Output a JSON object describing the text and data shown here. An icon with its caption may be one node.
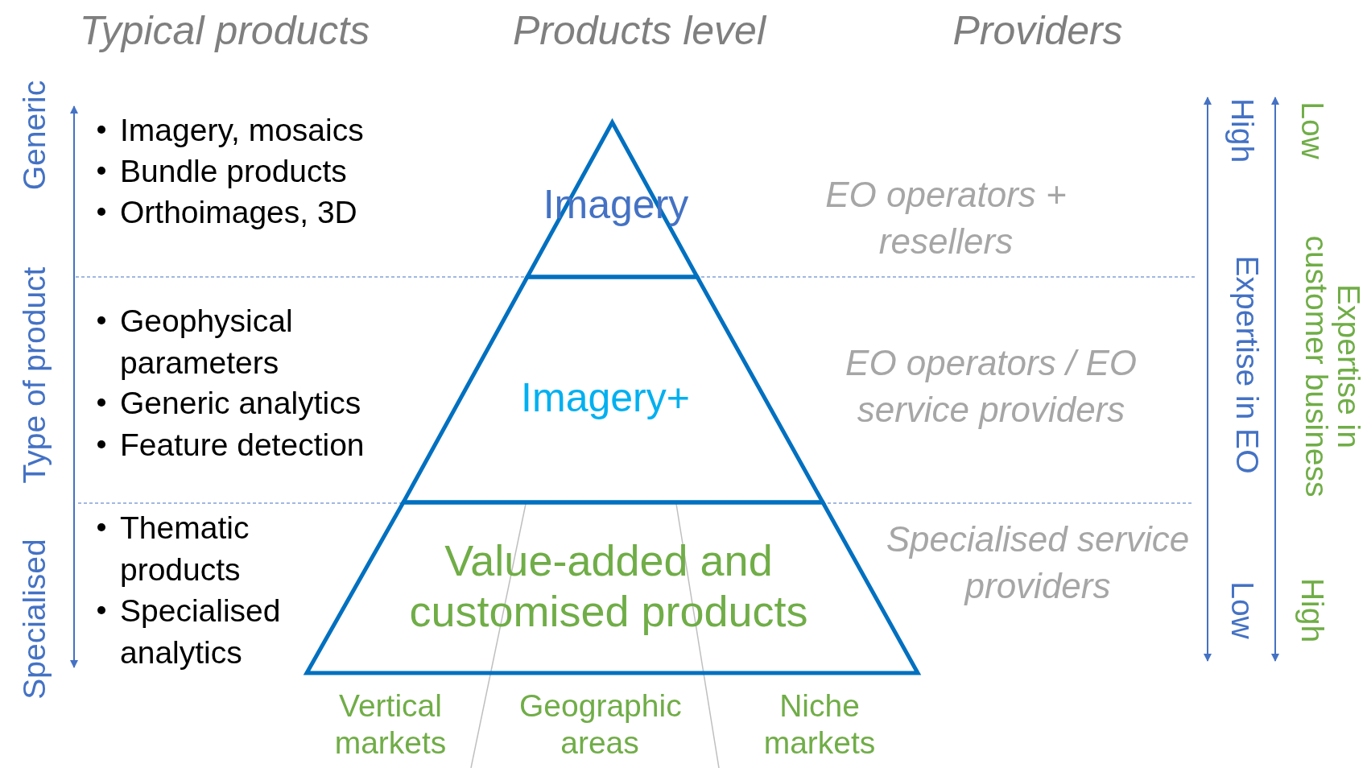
{
  "diagram": {
    "nodes": [
      {
        "text": [
          "Imagery"
        ]
      },
      {
        "text": [
          "Imagery+"
        ]
      },
      {
        "text": [
          "Value-added and customised products"
        ]
      }
    ],
    "labels": [
      "Typical products",
      "Products level",
      "Providers",
      "Generic",
      "Type of product",
      "Specialised",
      "Imagery, mosaics",
      "Bundle products",
      "Orthoimages, 3D",
      "Geophysical parameters",
      "Generic analytics",
      "Feature detection",
      "Thematic products",
      "Specialised analytics",
      "EO operators + resellers",
      "EO operators / EO service providers",
      "Specialised service providers",
      "High",
      "Expertise in EO",
      "Low",
      "Low",
      "Expertise in customer business",
      "High",
      "Vertical markets",
      "Geographic areas",
      "Niche markets"
    ]
  }
}
